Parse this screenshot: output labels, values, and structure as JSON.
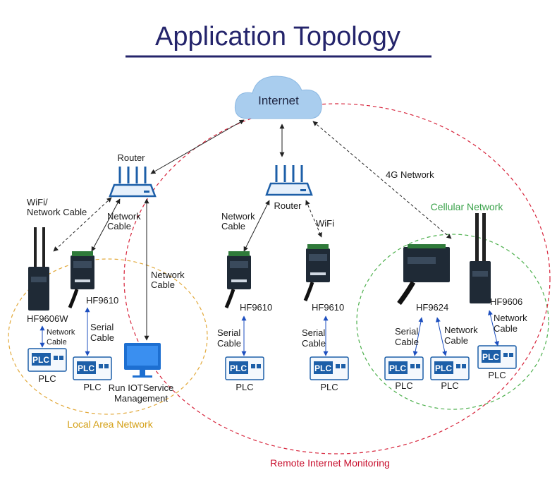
{
  "title": "Application Topology",
  "cloud": {
    "label": "Internet"
  },
  "zones": {
    "lan": "Local Area Network",
    "cellular": "Cellular Network",
    "remote": "Remote Internet Monitoring"
  },
  "routers": {
    "left": "Router",
    "middle": "Router"
  },
  "devices": {
    "hf9606w": "HF9606W",
    "hf9610_a": "HF9610",
    "hf9610_b": "HF9610",
    "hf9610_c": "HF9610",
    "hf9624": "HF9624",
    "hf9606": "HF9606"
  },
  "links": {
    "wifi_netcable_1": "WiFi/",
    "wifi_netcable_2": "Network Cable",
    "netcable_a_1": "Network",
    "netcable_a_2": "Cable",
    "netcable_b_1": "Network",
    "netcable_b_2": "Cable",
    "netcable_c_1": "Network",
    "netcable_c_2": "Cable",
    "netcable_d_1": "Network",
    "netcable_d_2": "Cable",
    "netcable_e_1": "Network",
    "netcable_e_2": "Cable",
    "netcable_f_1": "Network",
    "netcable_f_2": "Cable",
    "wifi": "WiFi",
    "network_4g": "4G Network",
    "serial_a_1": "Serial",
    "serial_a_2": "Cable",
    "serial_b_1": "Serial",
    "serial_b_2": "Cable",
    "serial_c_1": "Serial",
    "serial_c_2": "Cable",
    "serial_d_1": "Serial",
    "serial_d_2": "Cable"
  },
  "plc": {
    "icon_text": "PLC",
    "label": "PLC"
  },
  "computer": {
    "line1": "Run IOTService",
    "line2": "Management"
  }
}
